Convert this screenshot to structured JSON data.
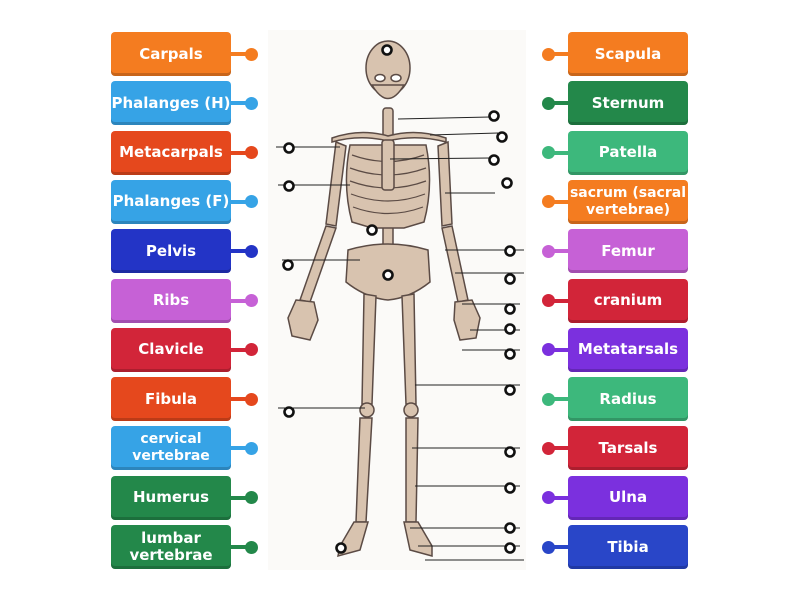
{
  "left_labels": [
    {
      "text": "Carpals",
      "color": "#f47c20"
    },
    {
      "text": "Phalanges (H)",
      "color": "#36a3e6"
    },
    {
      "text": "Metacarpals",
      "color": "#e5481d"
    },
    {
      "text": "Phalanges (F)",
      "color": "#36a3e6"
    },
    {
      "text": "Pelvis",
      "color": "#2334c6"
    },
    {
      "text": "Ribs",
      "color": "#c661d6"
    },
    {
      "text": "Clavicle",
      "color": "#d22539"
    },
    {
      "text": "Fibula",
      "color": "#e5481d"
    },
    {
      "text": "cervical vertebrae",
      "color": "#36a3e6"
    },
    {
      "text": "Humerus",
      "color": "#23884a"
    },
    {
      "text": "lumbar vertebrae",
      "color": "#23884a"
    }
  ],
  "right_labels": [
    {
      "text": "Scapula",
      "color": "#f47c20"
    },
    {
      "text": "Sternum",
      "color": "#23884a"
    },
    {
      "text": "Patella",
      "color": "#3db87c"
    },
    {
      "text": "sacrum (sacral vertebrae)",
      "color": "#f47c20"
    },
    {
      "text": "Femur",
      "color": "#c661d6"
    },
    {
      "text": "cranium",
      "color": "#d22539"
    },
    {
      "text": "Metatarsals",
      "color": "#7b30de"
    },
    {
      "text": "Radius",
      "color": "#3db87c"
    },
    {
      "text": "Tarsals",
      "color": "#d22539"
    },
    {
      "text": "Ulna",
      "color": "#7b30de"
    },
    {
      "text": "Tibia",
      "color": "#2946c8"
    }
  ]
}
